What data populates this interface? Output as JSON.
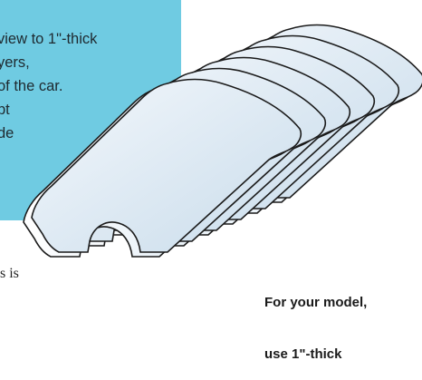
{
  "callout": {
    "lines": [
      "view to 1\"-thick",
      "yers,",
      "of the car.",
      "pt",
      "de"
    ],
    "color": "#6fcbe2"
  },
  "body_text": "s is",
  "note": {
    "lines": [
      "For your model,",
      "use 1\"-thick"
    ]
  },
  "illustration": {
    "subject": "layered car body profile slices",
    "slice_count": 6,
    "face_color": "#dfeaf4",
    "edge_color": "#1b1b1b"
  }
}
